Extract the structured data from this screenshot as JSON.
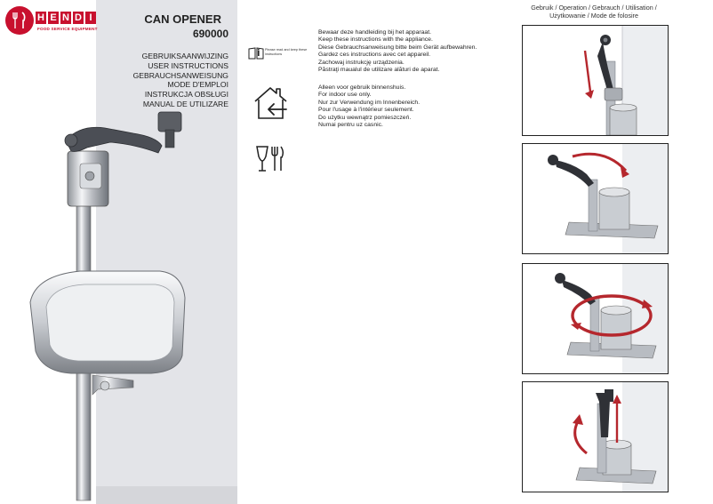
{
  "brand": {
    "letters": [
      "H",
      "E",
      "N",
      "D",
      "I"
    ],
    "subtitle": "FOOD SERVICE EQUIPMENT",
    "color": "#c8102e"
  },
  "product": {
    "name": "CAN OPENER",
    "code": "690000"
  },
  "languages": [
    "GEBRUIKSAANWIJZING",
    "USER INSTRUCTIONS",
    "GEBRAUCHSANWEISUNG",
    "MODE D'EMPLOI",
    "INSTRUKCJA OBSŁUGI",
    "MANUAL DE UTILIZARE"
  ],
  "icons": {
    "manual": "read-manual-icon",
    "manual_caption": "Please read and keep these instructions",
    "indoor": "indoor-use-icon",
    "food_safe": "food-safe-icon"
  },
  "keep_instructions": [
    "Bewaar deze handleiding bij het apparaat.",
    "Keep these instructions with the appliance.",
    "Diese Gebrauchsanweisung bitte beim Gerät aufbewahren.",
    "Gardez ces instructions avec cet appareil.",
    "Zachowaj instrukcję urządzenia.",
    "Păstraţi maualul de utilizare alături de aparat."
  ],
  "indoor_use": [
    "Alleen voor gebruik binnenshuis.",
    "For indoor use only.",
    "Nur zur Verwendung im Innenbereich.",
    "Pour l'usage à l'intérieur seulement.",
    "Do użytku wewnątrz pomieszczeń.",
    "Numai pentru uz casnic."
  ],
  "usage": {
    "title_line1": "Gebruik / Operation / Gebrauch / Utilisation /",
    "title_line2": "Użytkowanie / Mode de folosire"
  },
  "colors": {
    "arrow": "#b5272d",
    "panel_grey": "#e3e4e8"
  }
}
